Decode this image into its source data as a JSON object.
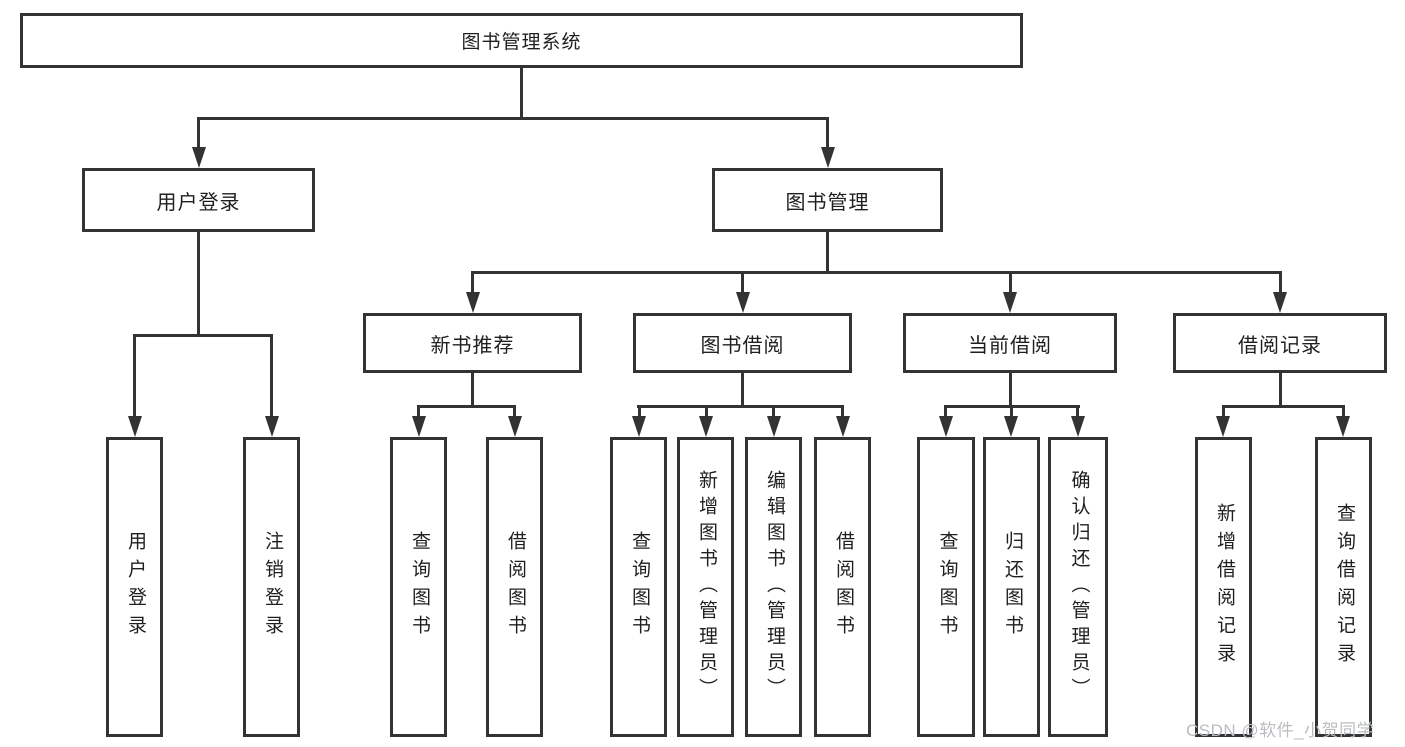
{
  "diagram_type": "hierarchy",
  "tree": {
    "label": "图书管理系统",
    "children": [
      {
        "label": "用户登录",
        "children": [
          {
            "label": "用户登录"
          },
          {
            "label": "注销登录"
          }
        ]
      },
      {
        "label": "图书管理",
        "children": [
          {
            "label": "新书推荐",
            "children": [
              {
                "label": "查询图书"
              },
              {
                "label": "借阅图书"
              }
            ]
          },
          {
            "label": "图书借阅",
            "children": [
              {
                "label": "查询图书"
              },
              {
                "label": "新增图书（管理员）"
              },
              {
                "label": "编辑图书（管理员）"
              },
              {
                "label": "借阅图书"
              }
            ]
          },
          {
            "label": "当前借阅",
            "children": [
              {
                "label": "查询图书"
              },
              {
                "label": "归还图书"
              },
              {
                "label": "确认归还（管理员）"
              }
            ]
          },
          {
            "label": "借阅记录",
            "children": [
              {
                "label": "新增借阅记录"
              },
              {
                "label": "查询借阅记录"
              }
            ]
          }
        ]
      }
    ]
  },
  "watermark": {
    "text": "CSDN @软件_小贺同学"
  },
  "colors": {
    "line": "#333333",
    "text": "#1f1f1f",
    "watermark": "#b9bdc1",
    "background": "#ffffff"
  }
}
